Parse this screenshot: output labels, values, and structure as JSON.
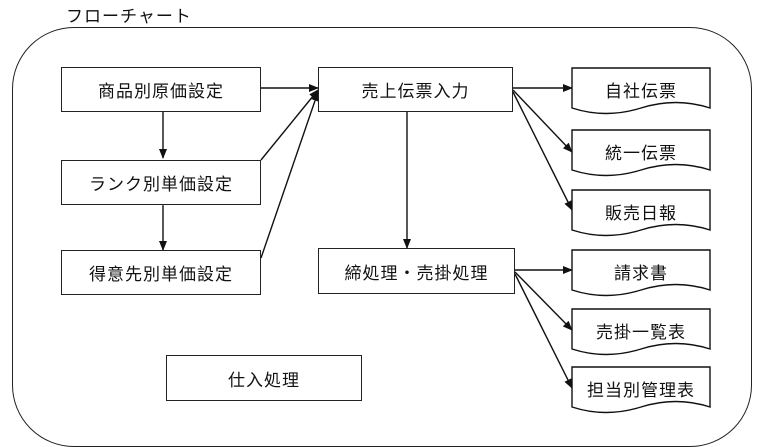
{
  "title": "フローチャート",
  "boxes": {
    "b1": "商品別原価設定",
    "b2": "ランク別単価設定",
    "b3": "得意先別単価設定",
    "b4": "売上伝票入力",
    "b5": "締処理・売掛処理",
    "b6": "仕入処理"
  },
  "documents": {
    "d1": "自社伝票",
    "d2": "統一伝票",
    "d3": "販売日報",
    "d4": "請求書",
    "d5": "売掛一覧表",
    "d6": "担当別管理表"
  }
}
